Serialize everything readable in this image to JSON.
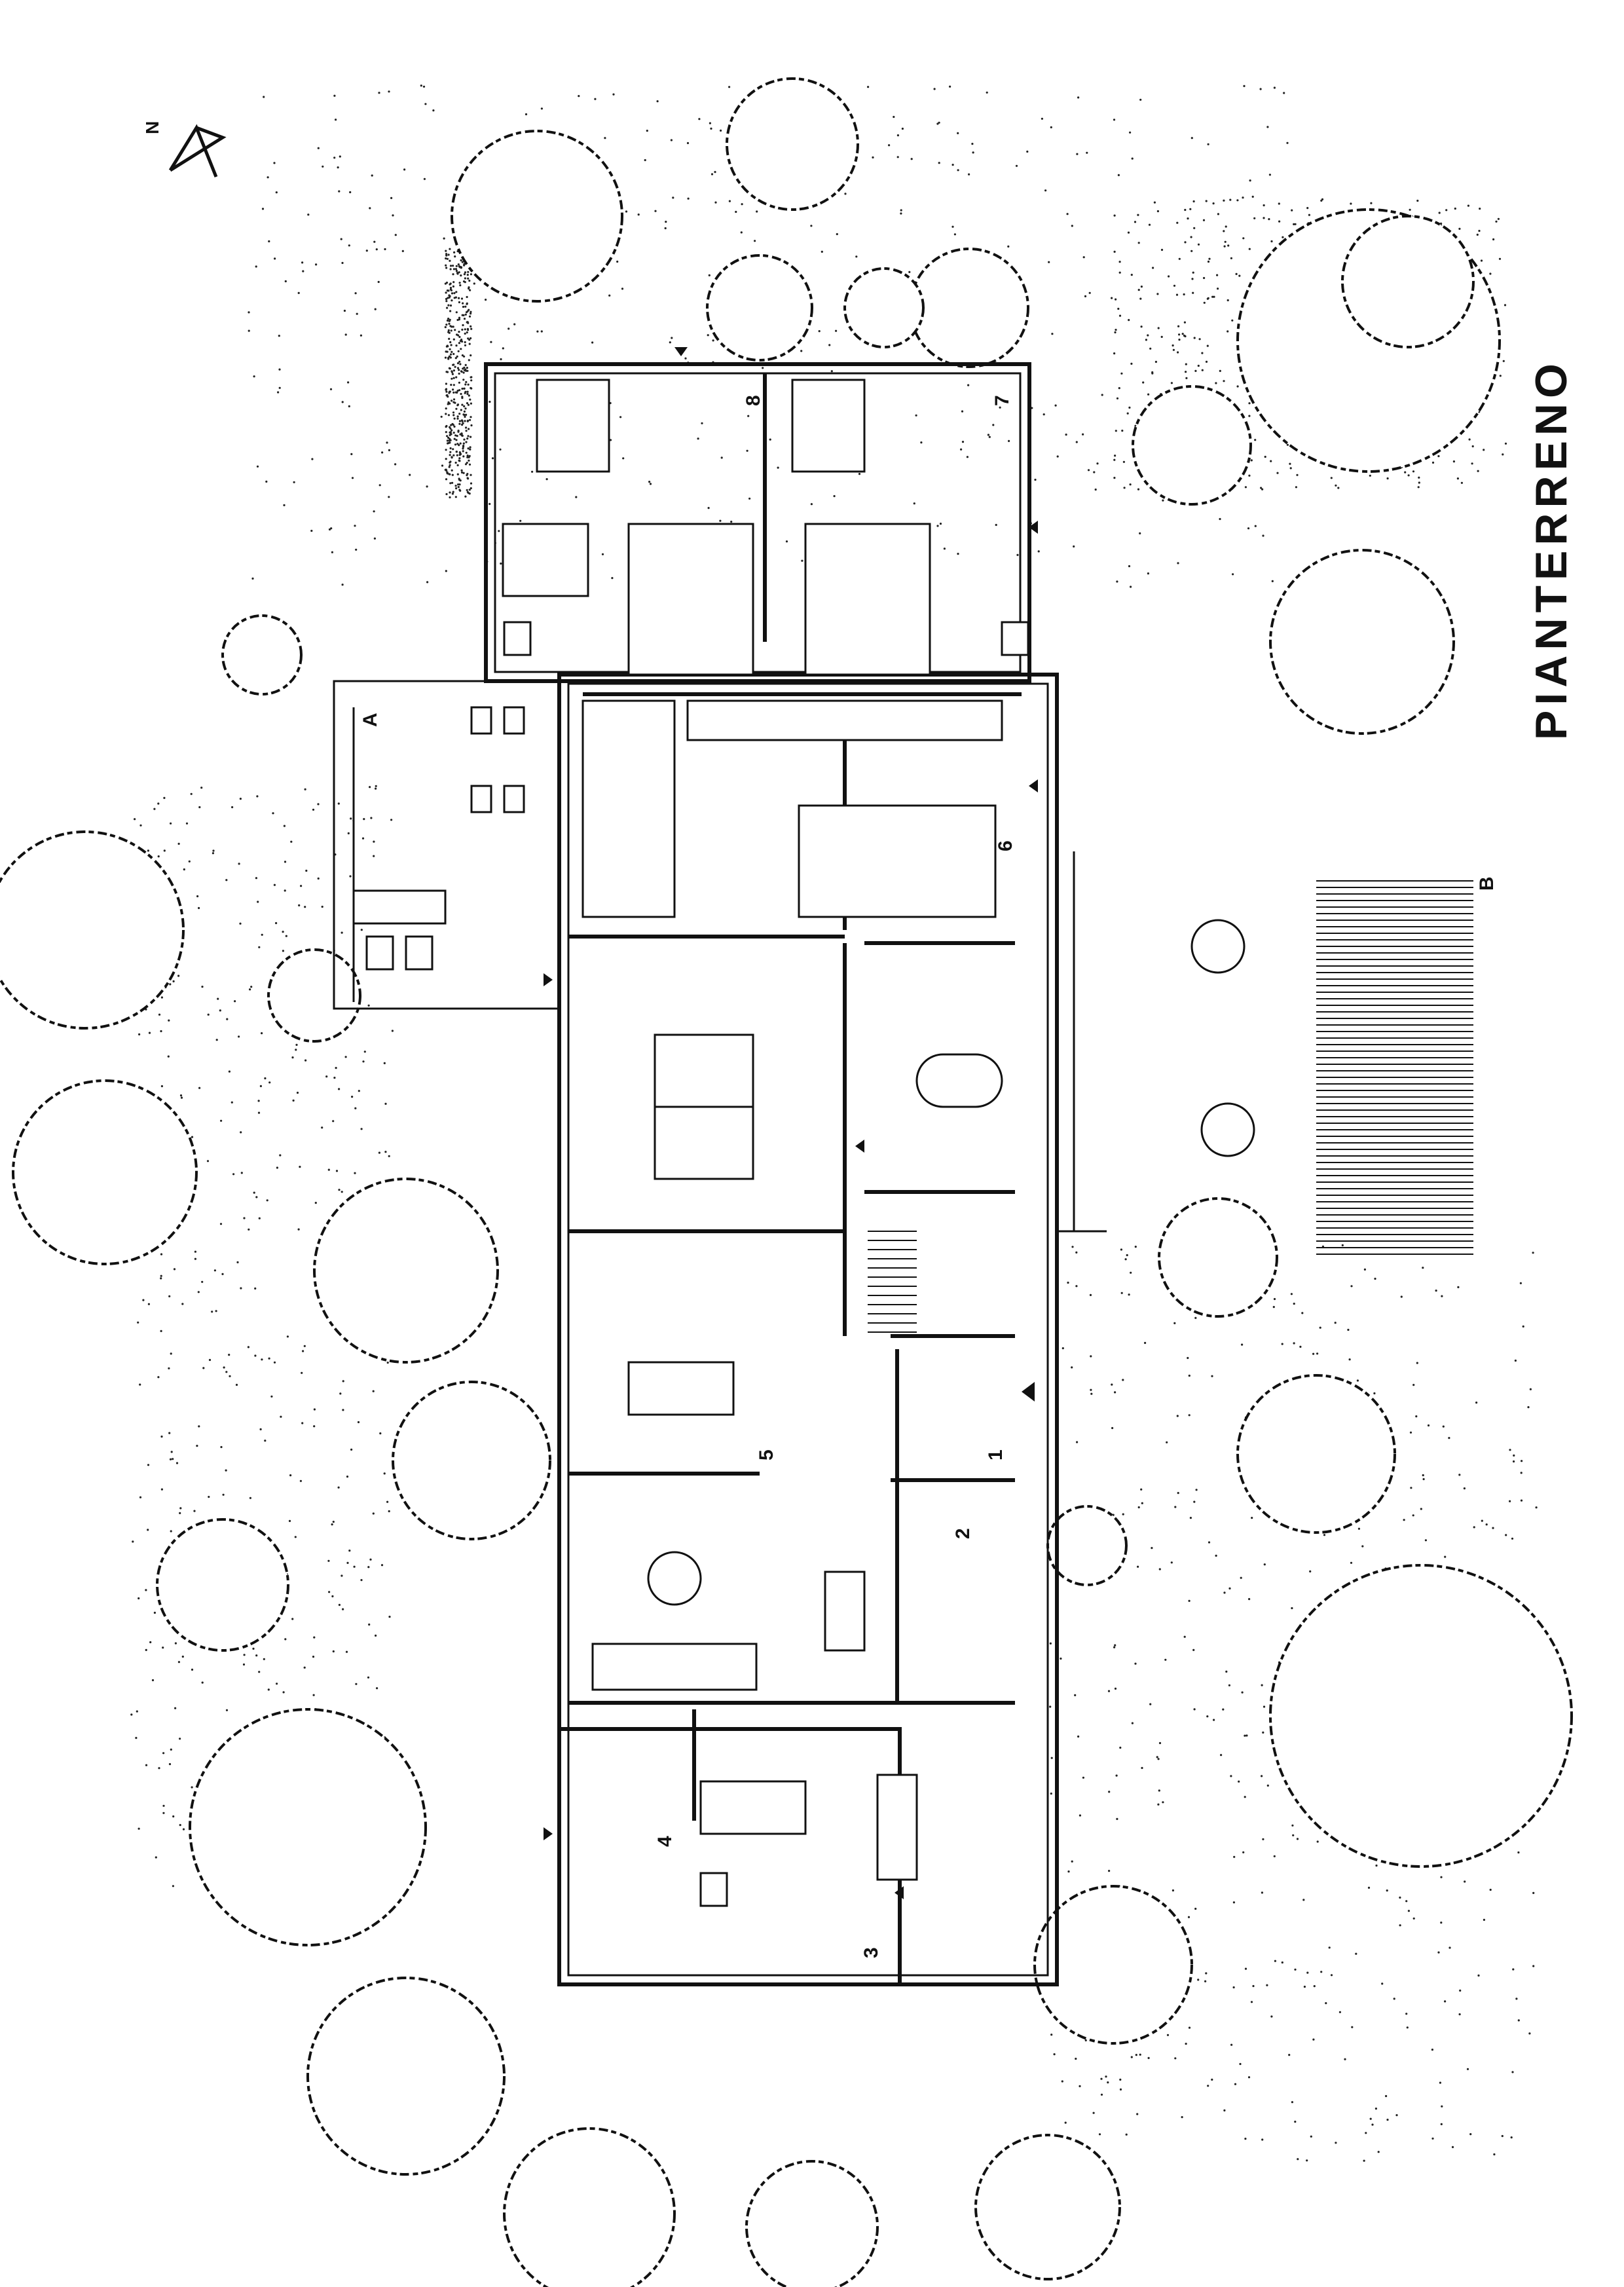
{
  "title": "PIANTERRENO",
  "north_label": "N",
  "room_numbers": [
    "1",
    "2",
    "3",
    "4",
    "5",
    "6",
    "7",
    "8"
  ],
  "area_labels": [
    "A",
    "B"
  ]
}
